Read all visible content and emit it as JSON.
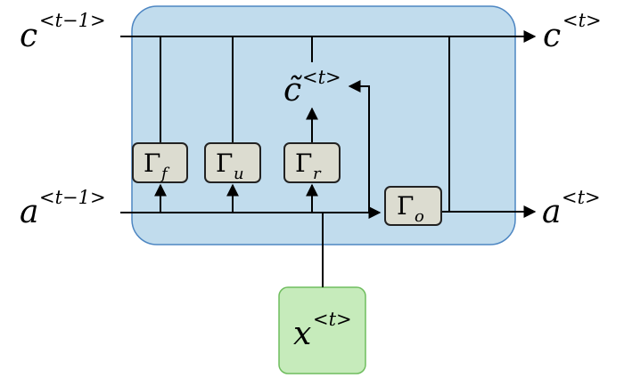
{
  "labels": {
    "c_prev": {
      "base": "c",
      "sup": "<t−1>"
    },
    "c_next": {
      "base": "c",
      "sup": "<t>"
    },
    "c_tilde": {
      "base": "c̃",
      "sup": "<t>"
    },
    "a_prev": {
      "base": "a",
      "sup": "<t−1>"
    },
    "a_next": {
      "base": "a",
      "sup": "<t>"
    },
    "x_in": {
      "base": "x",
      "sup": "<t>"
    }
  },
  "gates": {
    "forget": {
      "symbol": "Γ",
      "sub": "f"
    },
    "update": {
      "symbol": "Γ",
      "sub": "u"
    },
    "relevance": {
      "symbol": "Γ",
      "sub": "r"
    },
    "output": {
      "symbol": "Γ",
      "sub": "o"
    }
  },
  "colors": {
    "cell_fill": "#c1dced",
    "cell_border": "#4d86c2",
    "gate_fill": "#dcdcd0",
    "input_fill": "#c6ebbb",
    "input_border": "#6fbd5e"
  }
}
